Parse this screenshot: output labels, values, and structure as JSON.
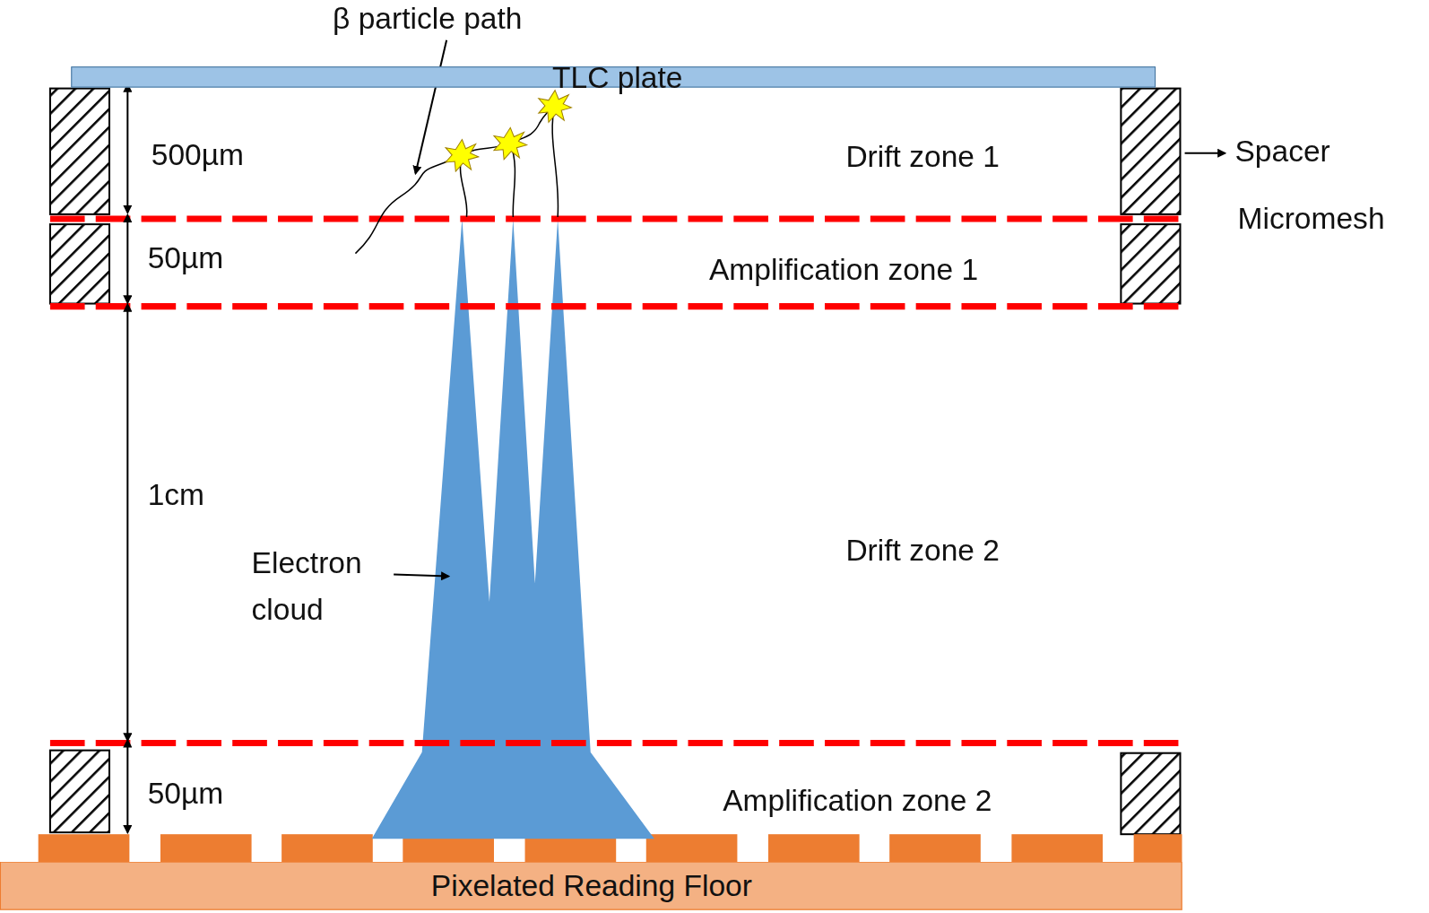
{
  "diagram": {
    "nodes": [
      {
        "text": [
          "TLC plate"
        ]
      },
      {
        "text": [
          "Pixelated Reading Floor"
        ]
      }
    ],
    "labels": [
      "β particle path",
      "500µm",
      "Drift zone 1",
      "Spacer",
      "Micromesh",
      "50µm",
      "Amplification zone 1",
      "1cm",
      "Electron cloud",
      "Drift zone 2",
      "50µm",
      "Amplification zone 2"
    ]
  }
}
